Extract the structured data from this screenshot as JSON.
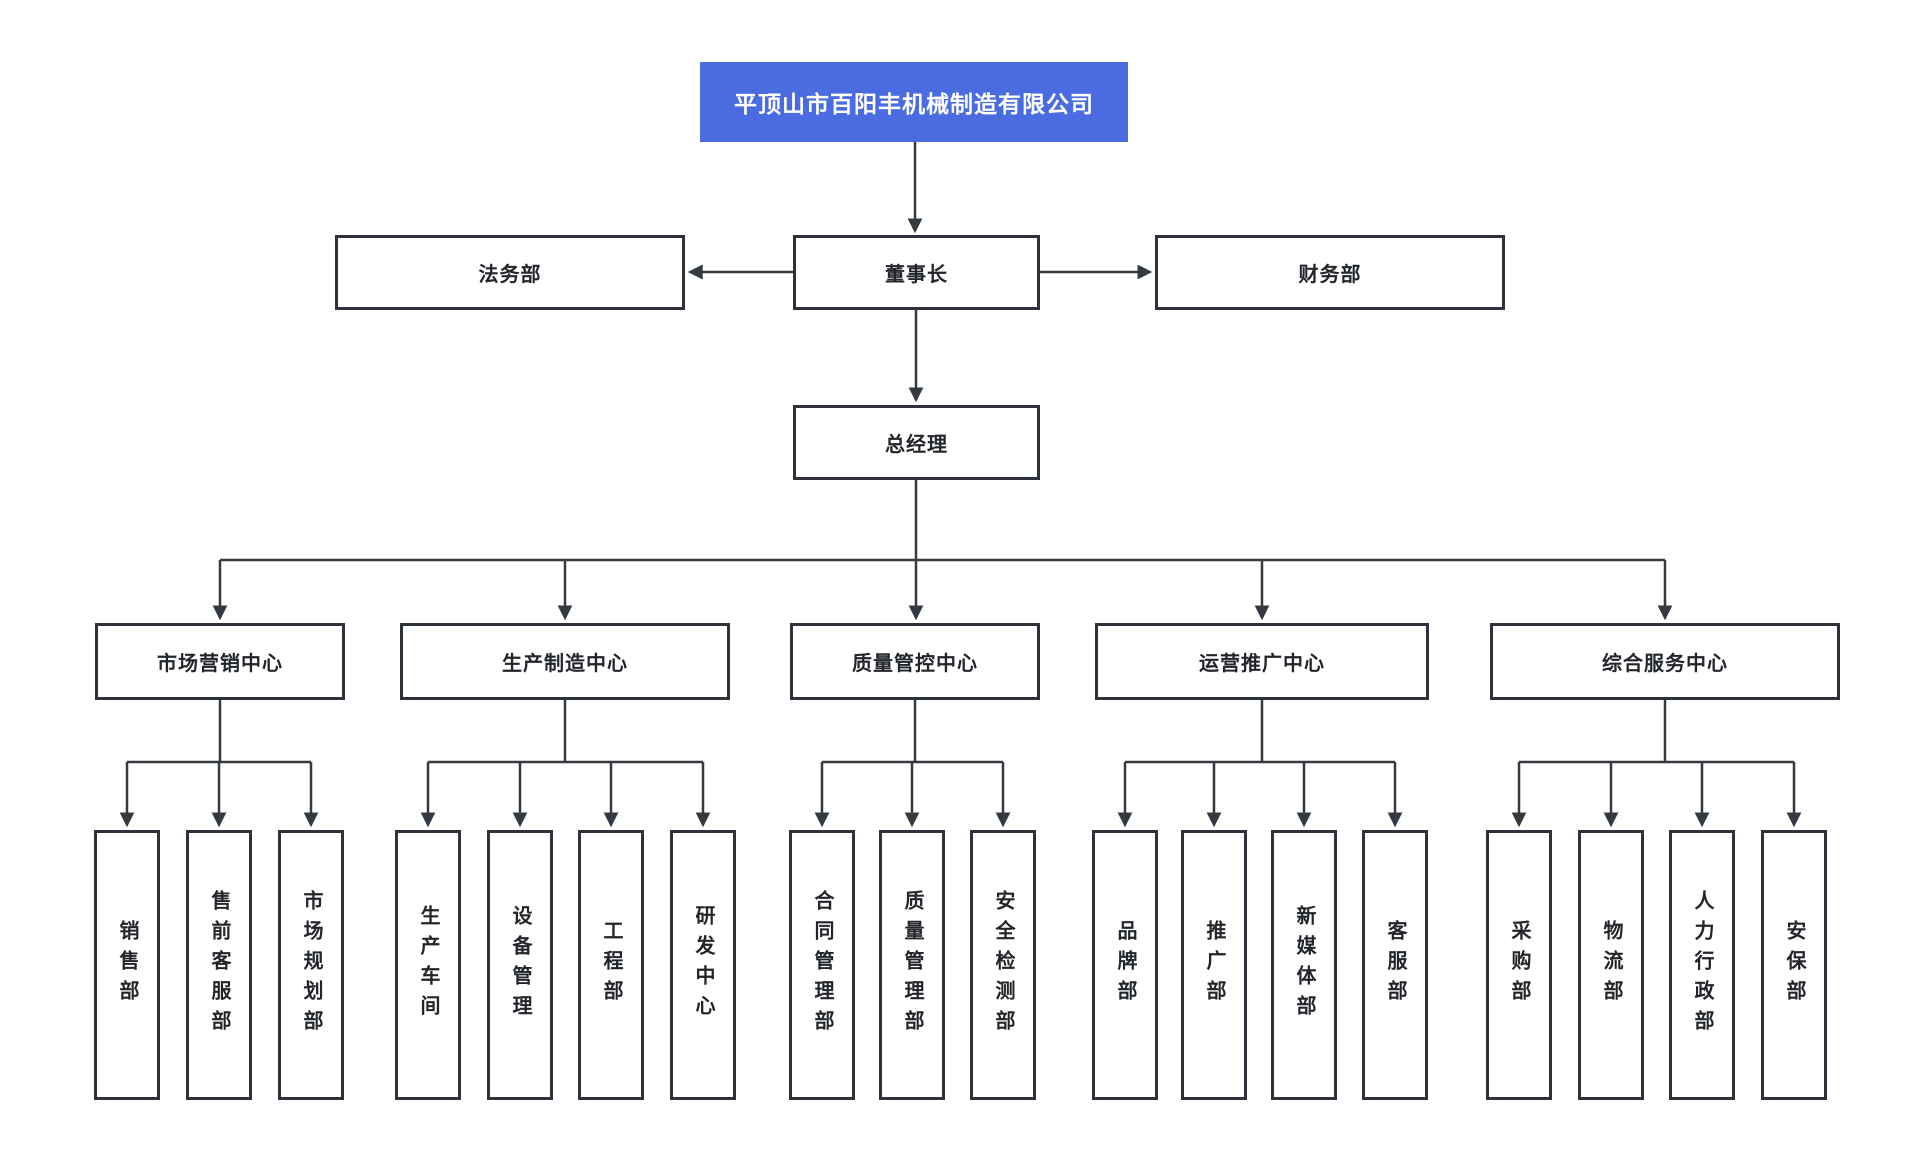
{
  "org_chart": {
    "root": "平顶山市百阳丰机械制造有限公司",
    "staff_left": "法务部",
    "chairman": "董事长",
    "staff_right": "财务部",
    "general_manager": "总经理",
    "centers": [
      {
        "label": "市场营销中心",
        "departments": [
          "销售部",
          "售前客服部",
          "市场规划部"
        ]
      },
      {
        "label": "生产制造中心",
        "departments": [
          "生产车间",
          "设备管理",
          "工程部",
          "研发中心"
        ]
      },
      {
        "label": "质量管控中心",
        "departments": [
          "合同管理部",
          "质量管理部",
          "安全检测部"
        ]
      },
      {
        "label": "运营推广中心",
        "departments": [
          "品牌部",
          "推广部",
          "新媒体部",
          "客服部"
        ]
      },
      {
        "label": "综合服务中心",
        "departments": [
          "采购部",
          "物流部",
          "人力行政部",
          "安保部"
        ]
      }
    ],
    "colors": {
      "root_background": "#4a6ce0",
      "root_text": "#ffffff",
      "box_border": "#2e333b",
      "connector_line": "#343a40",
      "label_text": "#22262b",
      "page_background": "#ffffff"
    }
  }
}
